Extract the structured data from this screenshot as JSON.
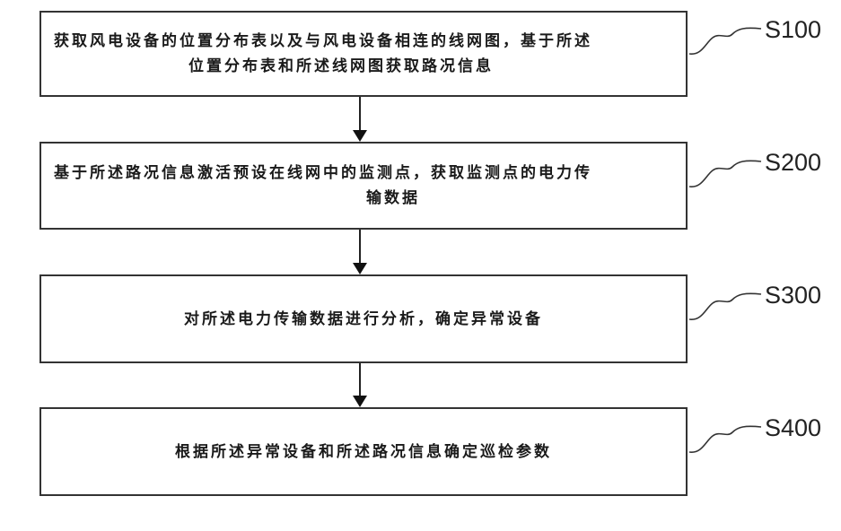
{
  "steps": [
    {
      "id": "S100",
      "line1": "获取风电设备的位置分布表以及与风电设备相连的线网图，基于所述",
      "line2": "位置分布表和所述线网图获取路况信息"
    },
    {
      "id": "S200",
      "line1": "基于所述路况信息激活预设在线网中的监测点，获取监测点的电力传",
      "line2": "输数据"
    },
    {
      "id": "S300",
      "line1": "对所述电力传输数据进行分析，确定异常设备"
    },
    {
      "id": "S400",
      "line1": "根据所述异常设备和所述路况信息确定巡检参数"
    }
  ]
}
